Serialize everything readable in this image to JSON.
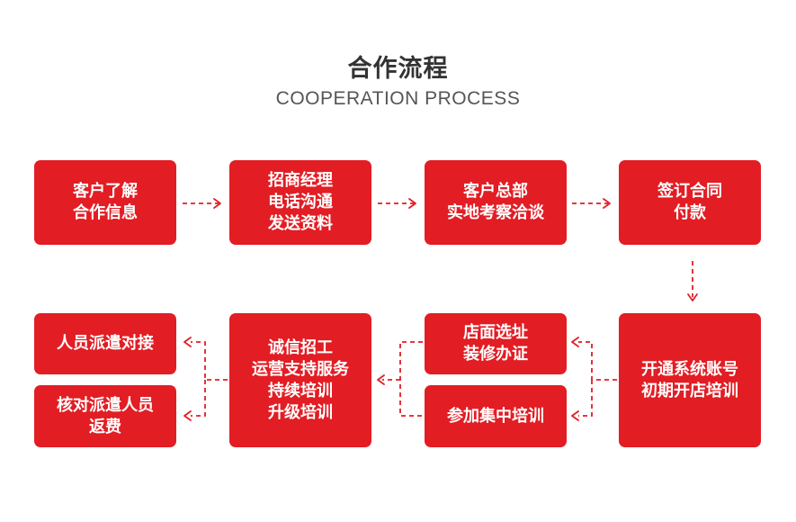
{
  "header": {
    "title": "合作流程",
    "subtitle": "COOPERATION PROCESS"
  },
  "colors": {
    "accent": "#e21d24",
    "title": "#333333",
    "subtitle": "#555555"
  },
  "steps": {
    "customer_info": "客户了解\n合作信息",
    "investment_call": "招商经理\n电话沟通\n发送资料",
    "hq_visit": "客户总部\n实地考察洽谈",
    "sign_pay": "签订合同\n付款",
    "account_training": "开通系统账号\n初期开店培训",
    "site_selection": "店面选址\n装修办证",
    "central_training": "参加集中培训",
    "operation_support": "诚信招工\n运营支持服务\n持续培训\n升级培训",
    "staff_dispatch": "人员派遣对接",
    "dispatch_reimburse": "核对派遣人员\n返费"
  }
}
